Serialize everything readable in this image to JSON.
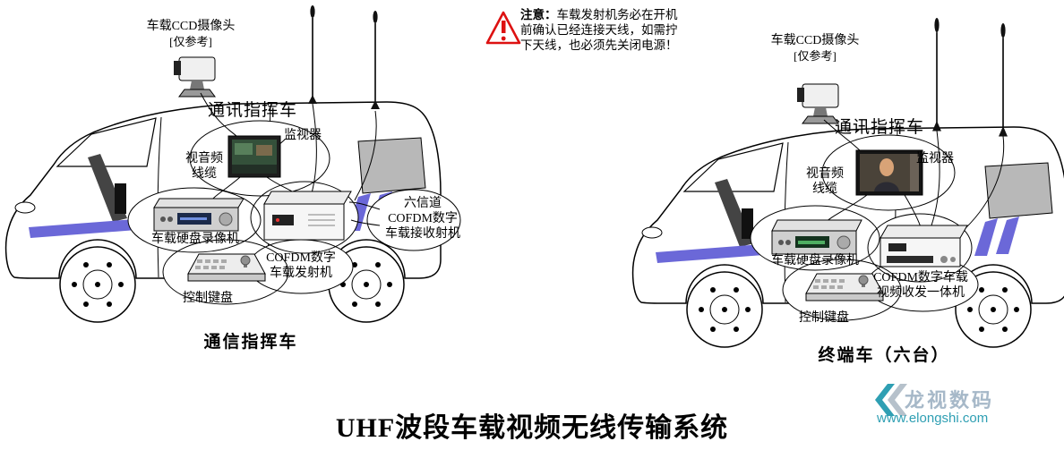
{
  "warning": {
    "prefix": "注意：",
    "line1": "车载发射机务必在开机",
    "line2": "前确认已经连接天线，如需拧",
    "line3": "下天线，也必须先关闭电源！",
    "color": "#dd1111"
  },
  "left_van": {
    "camera_label": "车载CCD摄像头",
    "camera_note": "[仅参考]",
    "roof_title": "通讯指挥车",
    "monitor_label": "监视器",
    "cable_label": "视音频\n线缆",
    "dvr_label": "车载硬盘录像机",
    "transmitter_label": "COFDM数字\n车载发射机",
    "receiver_label": "六信道\nCOFDM数字\n车载接收射机",
    "keyboard_label": "控制键盘",
    "caption": "通信指挥车"
  },
  "right_van": {
    "camera_label": "车载CCD摄像头",
    "camera_note": "[仅参考]",
    "roof_title": "通讯指挥车",
    "monitor_label": "监视器",
    "cable_label": "视音频\n线缆",
    "dvr_label": "车载硬盘录像机",
    "transceiver_label": "COFDM数字车载\n视频收发一体机",
    "keyboard_label": "控制键盘",
    "caption": "终端车（六台）"
  },
  "footer": {
    "title": "UHF波段车载视频无线传输系统"
  },
  "logo": {
    "name": "龙视数码",
    "url": "www.elongshi.com",
    "teal": "#2f9fb3",
    "gray": "#b6c1cb",
    "name_color": "#a6b8c8"
  },
  "colors": {
    "stripe": "#6b68d8"
  }
}
